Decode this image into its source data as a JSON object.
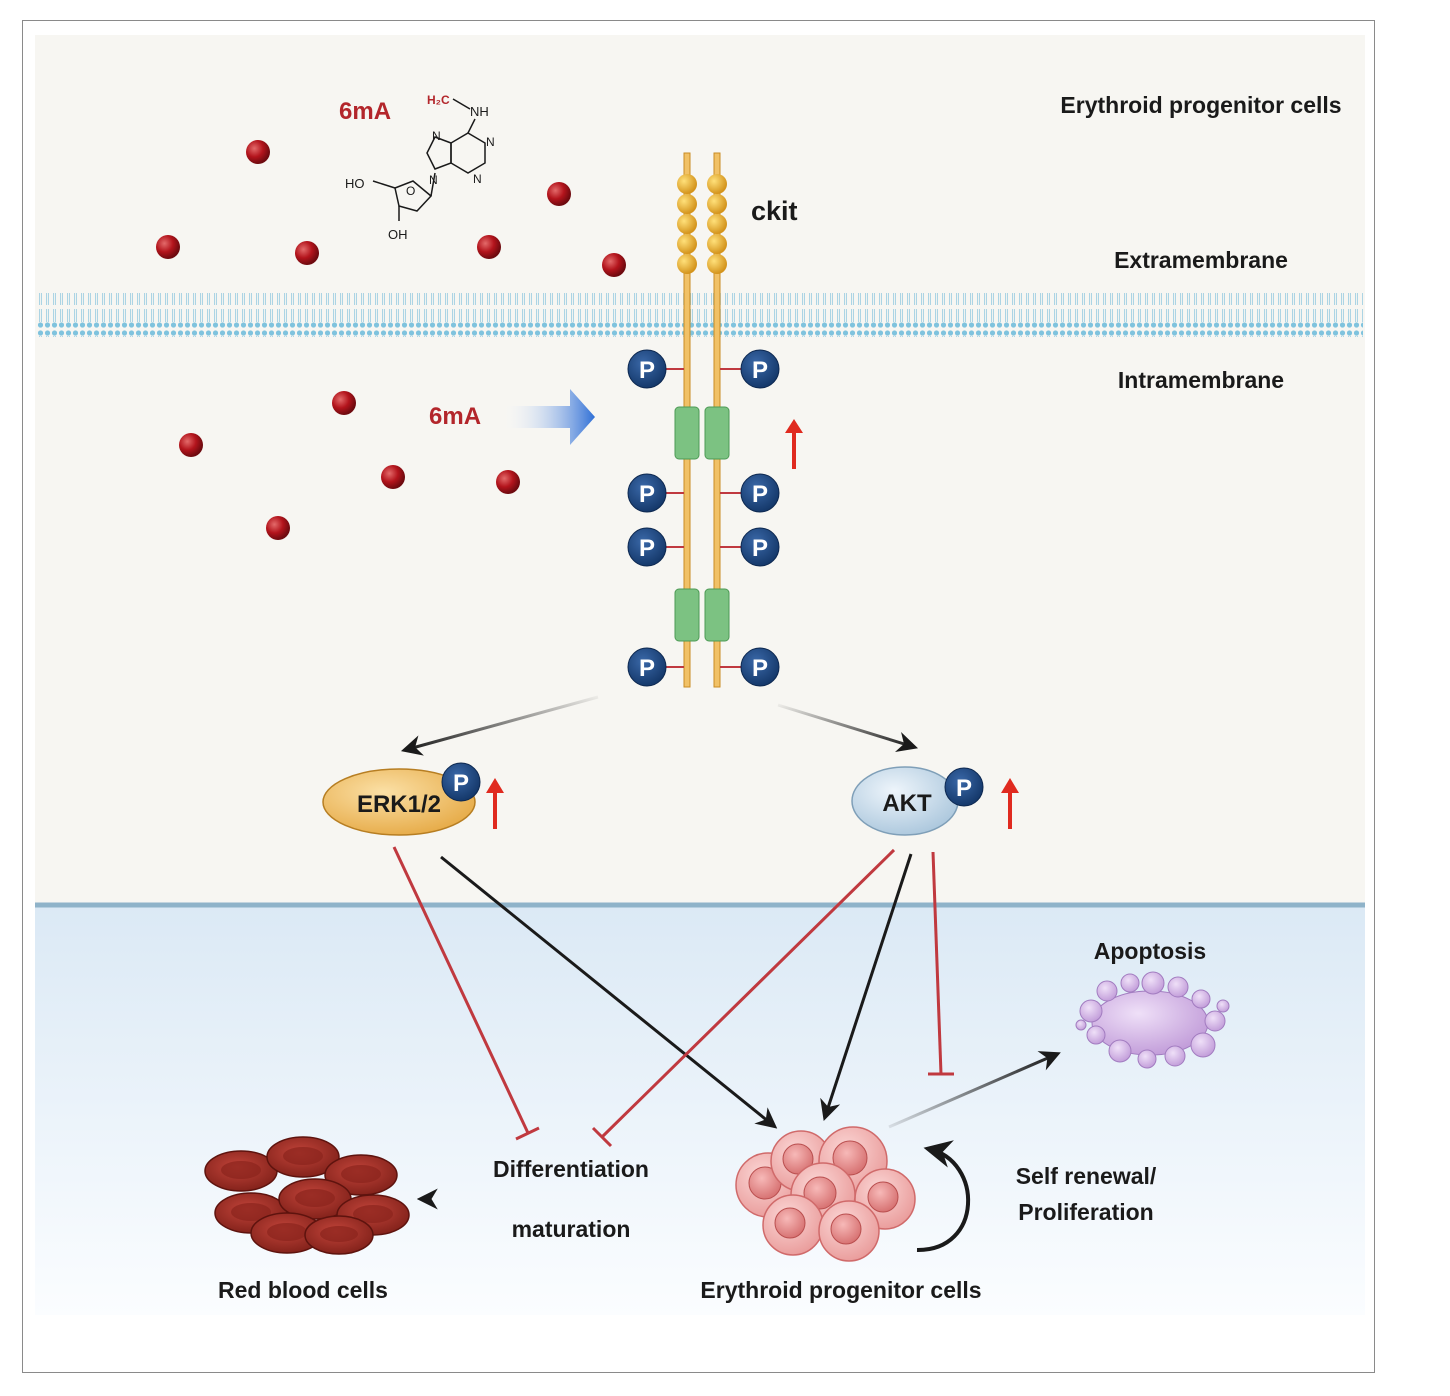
{
  "labels": {
    "header_cells": "Erythroid progenitor cells",
    "molecule": "6mA",
    "molecule_inner": "6mA",
    "receptor": "ckit",
    "extramembrane": "Extramembrane",
    "intramembrane": "Intramembrane",
    "erk": "ERK1/2",
    "akt": "AKT",
    "apoptosis": "Apoptosis",
    "differentiation": "Differentiation",
    "maturation": "maturation",
    "self_renewal_1": "Self renewal/",
    "self_renewal_2": "Proliferation",
    "red_blood_cells": "Red blood cells",
    "progenitor_cells": "Erythroid progenitor cells",
    "phospho": "P"
  },
  "chemical_structure": {
    "methyl": "H₂C",
    "amine": "NH",
    "hydroxyl_1": "HO",
    "hydroxyl_2": "OH",
    "ring_oxygen": "O",
    "nitrogen": "N"
  },
  "colors": {
    "upper_background": "#f7f6f2",
    "lower_background": "#e3eef7",
    "membrane_line": "#8fb3c9",
    "molecule_red": "#a8141c",
    "activation_arrow": "#1a1a1a",
    "inhibition_line": "#c0393f",
    "phospho_circle": "#1d3f73",
    "erk_fill": "#f0c36a",
    "akt_fill": "#c9dcea",
    "rbc_fill": "#9b2a22",
    "progenitor_fill": "#f2b3b2",
    "apoptosis_fill": "#c9a6de"
  },
  "icons": {
    "receptor": "receptor-dimer-icon",
    "phosphate": "phosphate-icon",
    "red_blood_cell": "red-blood-cell-icon",
    "progenitor_cell": "progenitor-cell-icon",
    "apoptotic_body": "apoptotic-body-icon",
    "molecule_sphere": "6ma-sphere-icon"
  }
}
